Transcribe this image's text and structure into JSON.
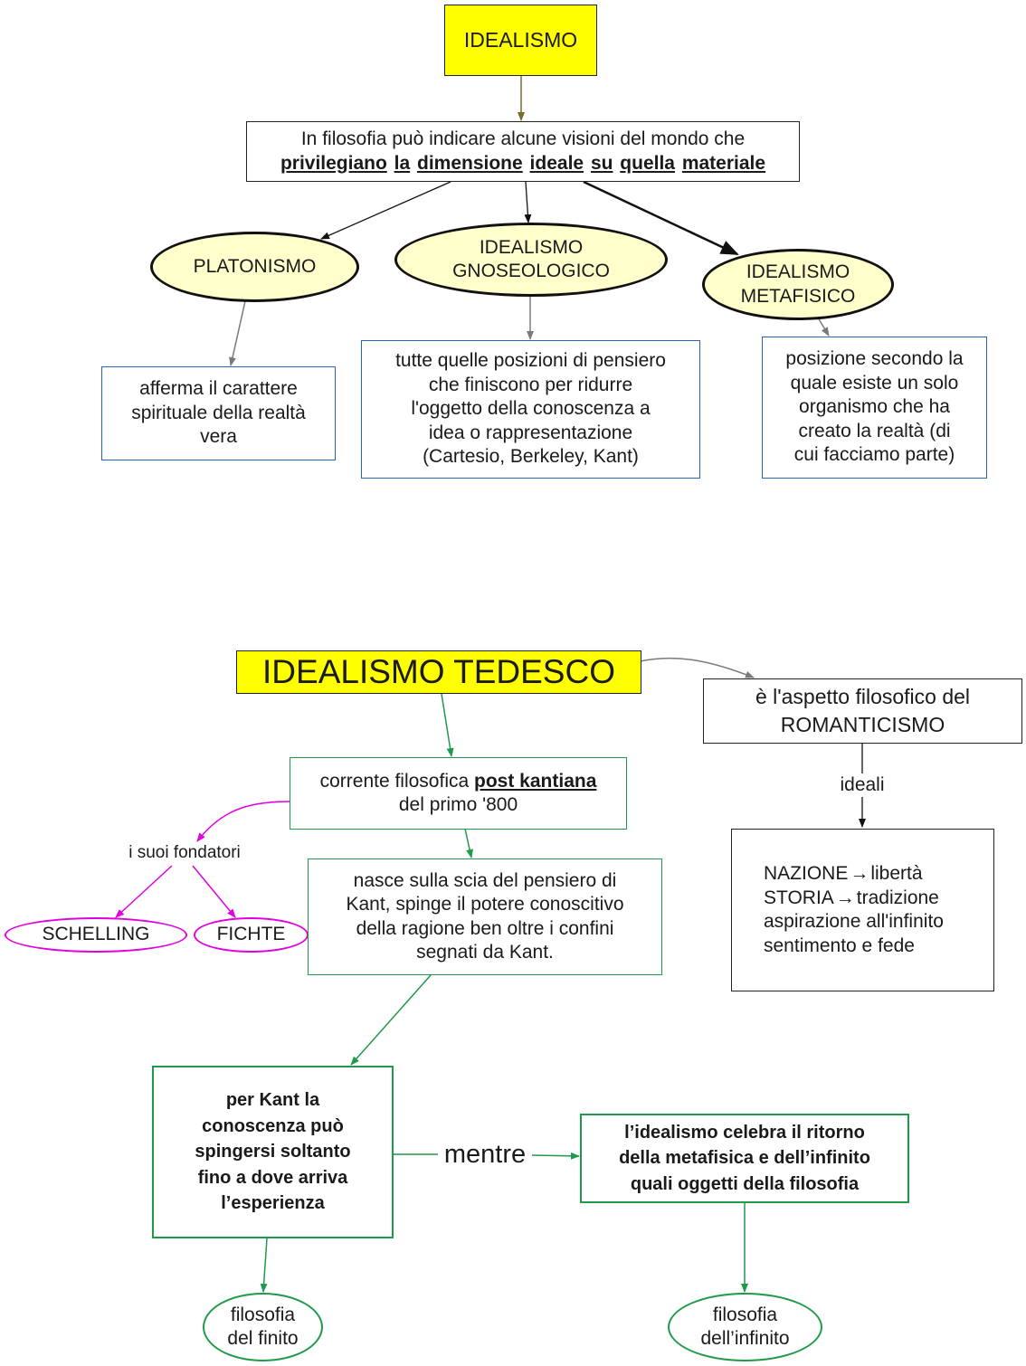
{
  "top": {
    "title": "IDEALISMO",
    "definition": {
      "line1": "In filosofia può indicare alcune visioni del mondo che",
      "line2_words": [
        "privilegiano",
        "la",
        "dimensione",
        "ideale",
        "su",
        "quella",
        "materiale"
      ]
    },
    "branches": {
      "platonismo": {
        "name": "PLATONISMO",
        "description": [
          "afferma il carattere",
          "spirituale della realtà",
          "vera"
        ]
      },
      "gnoseologico": {
        "name_line1": "IDEALISMO",
        "name_line2": "GNOSEOLOGICO",
        "description": [
          "tutte quelle posizioni di pensiero",
          "che finiscono per ridurre",
          "l'oggetto della conoscenza a",
          "idea o rappresentazione",
          "(Cartesio, Berkeley, Kant)"
        ]
      },
      "metafisico": {
        "name_line1": "IDEALISMO",
        "name_line2": "METAFISICO",
        "description": [
          "posizione secondo la",
          "quale esiste un solo",
          "organismo che ha",
          "creato la realtà (di",
          "cui facciamo parte)"
        ]
      }
    }
  },
  "bottom": {
    "title": "IDEALISMO TEDESCO",
    "romanticismo": {
      "line1": "è l'aspetto filosofico del",
      "line2": "ROMANTICISMO"
    },
    "ideali_label": "ideali",
    "ideali_box": {
      "rows": [
        {
          "left": "NAZIONE",
          "arrow": "→",
          "right": "libertà"
        },
        {
          "left": "STORIA",
          "arrow": "→",
          "right": "tradizione"
        },
        {
          "left": "aspirazione all'infinito",
          "arrow": "",
          "right": ""
        },
        {
          "left": "sentimento e fede",
          "arrow": "",
          "right": ""
        }
      ]
    },
    "corrente": {
      "prefix": "corrente filosofica",
      "emph": "post kantiana",
      "line2": "del primo '800"
    },
    "fondatori_label": "i suoi fondatori",
    "fondatori": [
      "SCHELLING",
      "FICHTE"
    ],
    "nasce": [
      "nasce sulla scia del pensiero di",
      "Kant, spinge il potere conoscitivo",
      "della ragione ben oltre i confini",
      "segnati da Kant."
    ],
    "kant_box": [
      "per Kant la",
      "conoscenza può",
      "spingersi soltanto",
      "fino a dove arriva",
      "l’esperienza"
    ],
    "mentre_label": "mentre",
    "idealismo_box": [
      "l’idealismo celebra il ritorno",
      "della metafisica e dell’infinito",
      "quali oggetti della filosofia"
    ],
    "finito": [
      "filosofia",
      "del finito"
    ],
    "infinito": [
      "filosofia",
      "dell’infinito"
    ]
  },
  "colors": {
    "title_fill": "#ffff00",
    "ellipse_fill": "#ffffcc",
    "blue_border": "#2a64b8",
    "green": "#1f9a4a",
    "magenta": "#e000e0"
  }
}
